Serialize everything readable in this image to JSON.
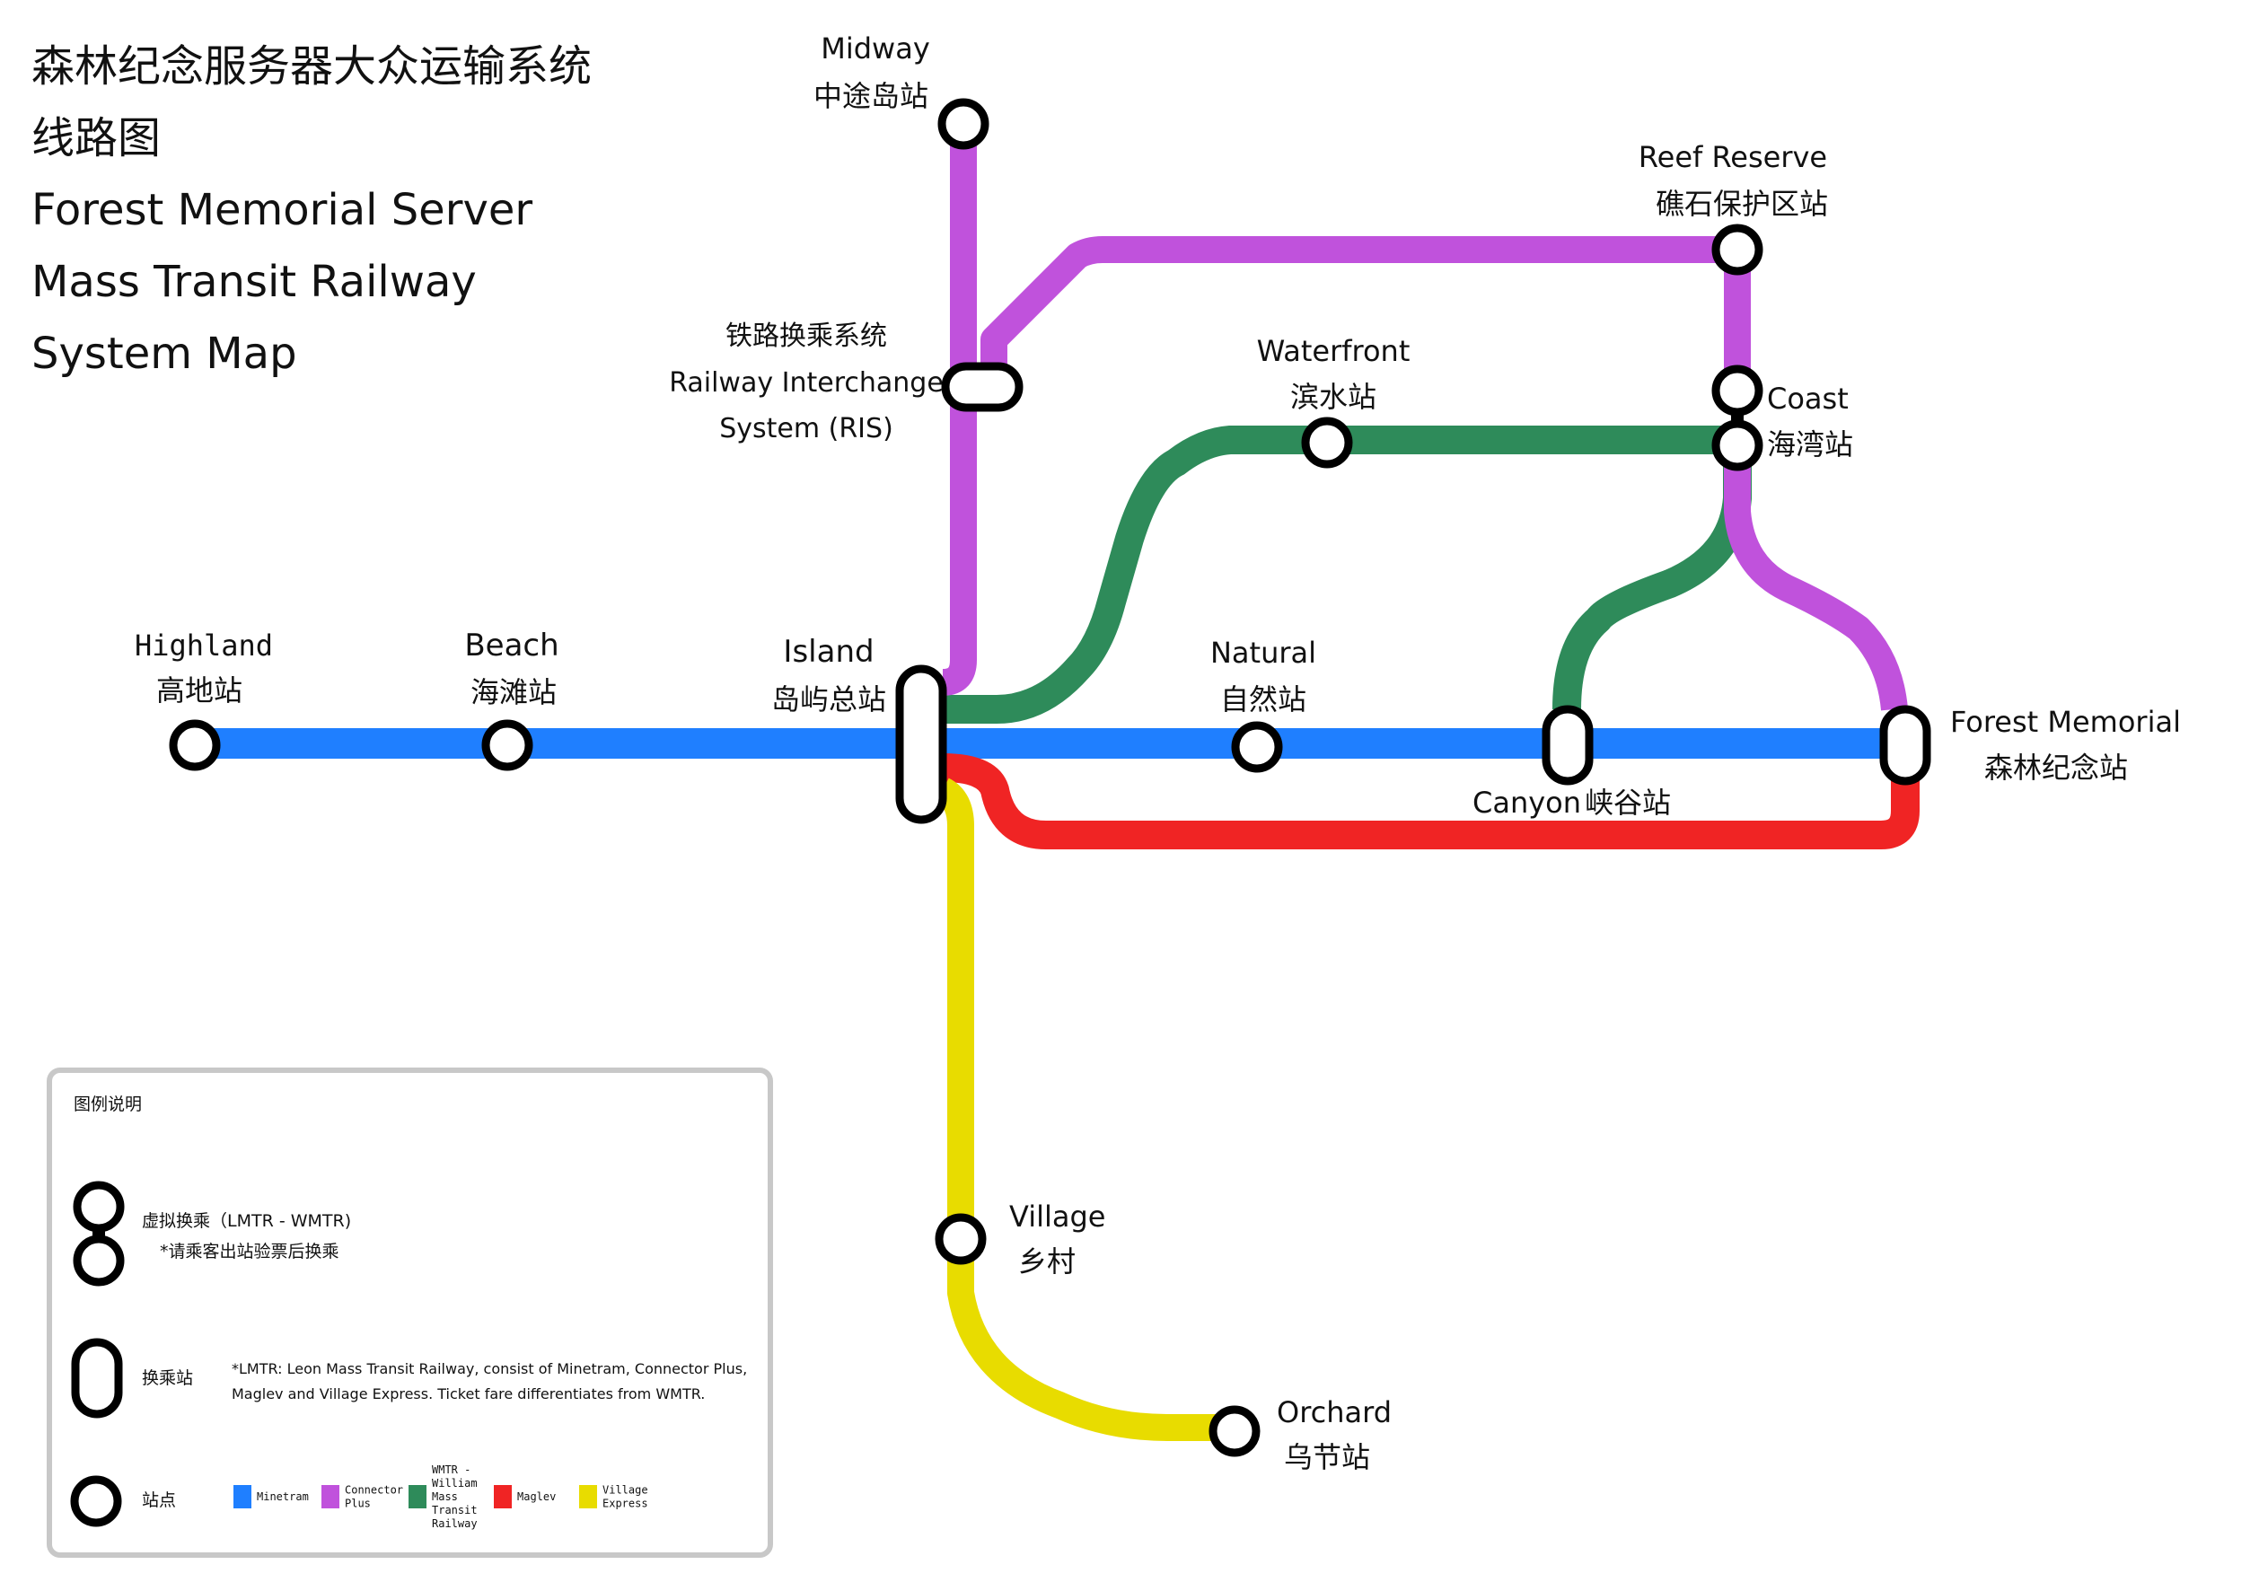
{
  "title": {
    "line1": "森林纪念服务器大众运输系统",
    "line2": "线路图",
    "line3": "Forest Memorial Server",
    "line4": "Mass Transit Railway",
    "line5": "System Map"
  },
  "colors": {
    "minetram": "#1f7fff",
    "connector_plus": "#c052dc",
    "wmtr": "#2e8b5a",
    "maglev": "#f02424",
    "village_express": "#e8dc00",
    "station_stroke": "#000000",
    "station_fill": "#ffffff"
  },
  "stations": {
    "midway": {
      "en": "Midway",
      "zh": "中途岛站"
    },
    "reef_reserve": {
      "en": "Reef Reserve",
      "zh": "礁石保护区站"
    },
    "ris": {
      "zh": "铁路换乘系统",
      "en1": "Railway Interchange",
      "en2": "System (RIS)"
    },
    "waterfront": {
      "en": "Waterfront",
      "zh": "滨水站"
    },
    "coast": {
      "en": "Coast",
      "zh": "海湾站"
    },
    "highland": {
      "en": "Highland",
      "zh": "高地站"
    },
    "beach": {
      "en": "Beach",
      "zh": "海滩站"
    },
    "island": {
      "en": "Island",
      "zh": "岛屿总站"
    },
    "natural": {
      "en": "Natural",
      "zh": "自然站"
    },
    "canyon": {
      "en": "Canyon",
      "zh": "峡谷站"
    },
    "forest_memorial": {
      "en": "Forest Memorial",
      "zh": "森林纪念站"
    },
    "village": {
      "en": "Village",
      "zh": "乡村"
    },
    "orchard": {
      "en": "Orchard",
      "zh": "乌节站"
    }
  },
  "legend": {
    "title": "图例说明",
    "virtual_transfer": "虚拟换乘（LMTR - WMTR)",
    "virtual_note": "*请乘客出站验票后换乘",
    "interchange": "换乘站",
    "lmtr_note1": "*LMTR: Leon Mass Transit Railway, consist of Minetram, Connector Plus,",
    "lmtr_note2": "Maglev and Village Express. Ticket fare differentiates from WMTR.",
    "station": "站点",
    "lines": [
      {
        "color": "#1f7fff",
        "lines": [
          "Minetram"
        ]
      },
      {
        "color": "#c052dc",
        "lines": [
          "Connector",
          "Plus"
        ]
      },
      {
        "color": "#2e8b5a",
        "lines": [
          "WMTR -",
          "William",
          "Mass",
          "Transit",
          "Railway"
        ]
      },
      {
        "color": "#f02424",
        "lines": [
          "Maglev"
        ]
      },
      {
        "color": "#e8dc00",
        "lines": [
          "Village",
          "Express"
        ]
      }
    ]
  }
}
